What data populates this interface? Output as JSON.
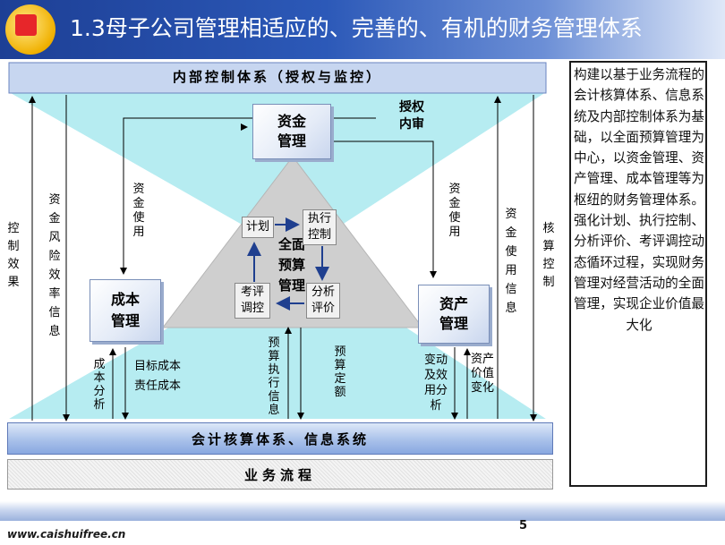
{
  "title": "1.3母子公司管理相适应的、完善的、有机的财务管理体系",
  "top_bar": "内部控制体系（授权与监控）",
  "accounting_bar": "会计核算体系、信息系统",
  "business_bar": "业务流程",
  "nodes": {
    "fund": "资金\n管理",
    "cost": "成本\n管理",
    "asset": "资产\n管理",
    "budget": "全面\n预算\n管理"
  },
  "cycle": {
    "plan": "计划",
    "execute": "执行\n控制",
    "analyze": "分析\n评价",
    "assess": "考评\n调控"
  },
  "labels": {
    "authorize_audit": "授权\n内审",
    "fund_use_left": "资金使用",
    "fund_use_right": "资金使用",
    "control_effect": "控制效果",
    "fund_risk": "资金风险效率信息",
    "fund_use_info": "资金使用信息",
    "verify_control": "核算控制",
    "cost_analysis": "成本分析",
    "target_cost": "目标成本",
    "responsibility_cost": "责任成本",
    "budget_exec_info": "预算执行信息",
    "budget_quota": "预算定额",
    "change_efficiency": "变动及效用分析",
    "asset_value_change": "资产价值变化"
  },
  "side_text": "构建以基于业务流程的会计核算体系、信息系统及内部控制体系为基础，以全面预算管理为中心，以资金管理、资产管理、成本管理等为枢纽的财务管理体系。强化计划、执行控制、分析评价、考评调控动态循环过程，实现财务管理对经营活动的全面管理，实现企业价值最大化",
  "footer": {
    "url": "www.caishuifree.cn",
    "page": "5"
  }
}
